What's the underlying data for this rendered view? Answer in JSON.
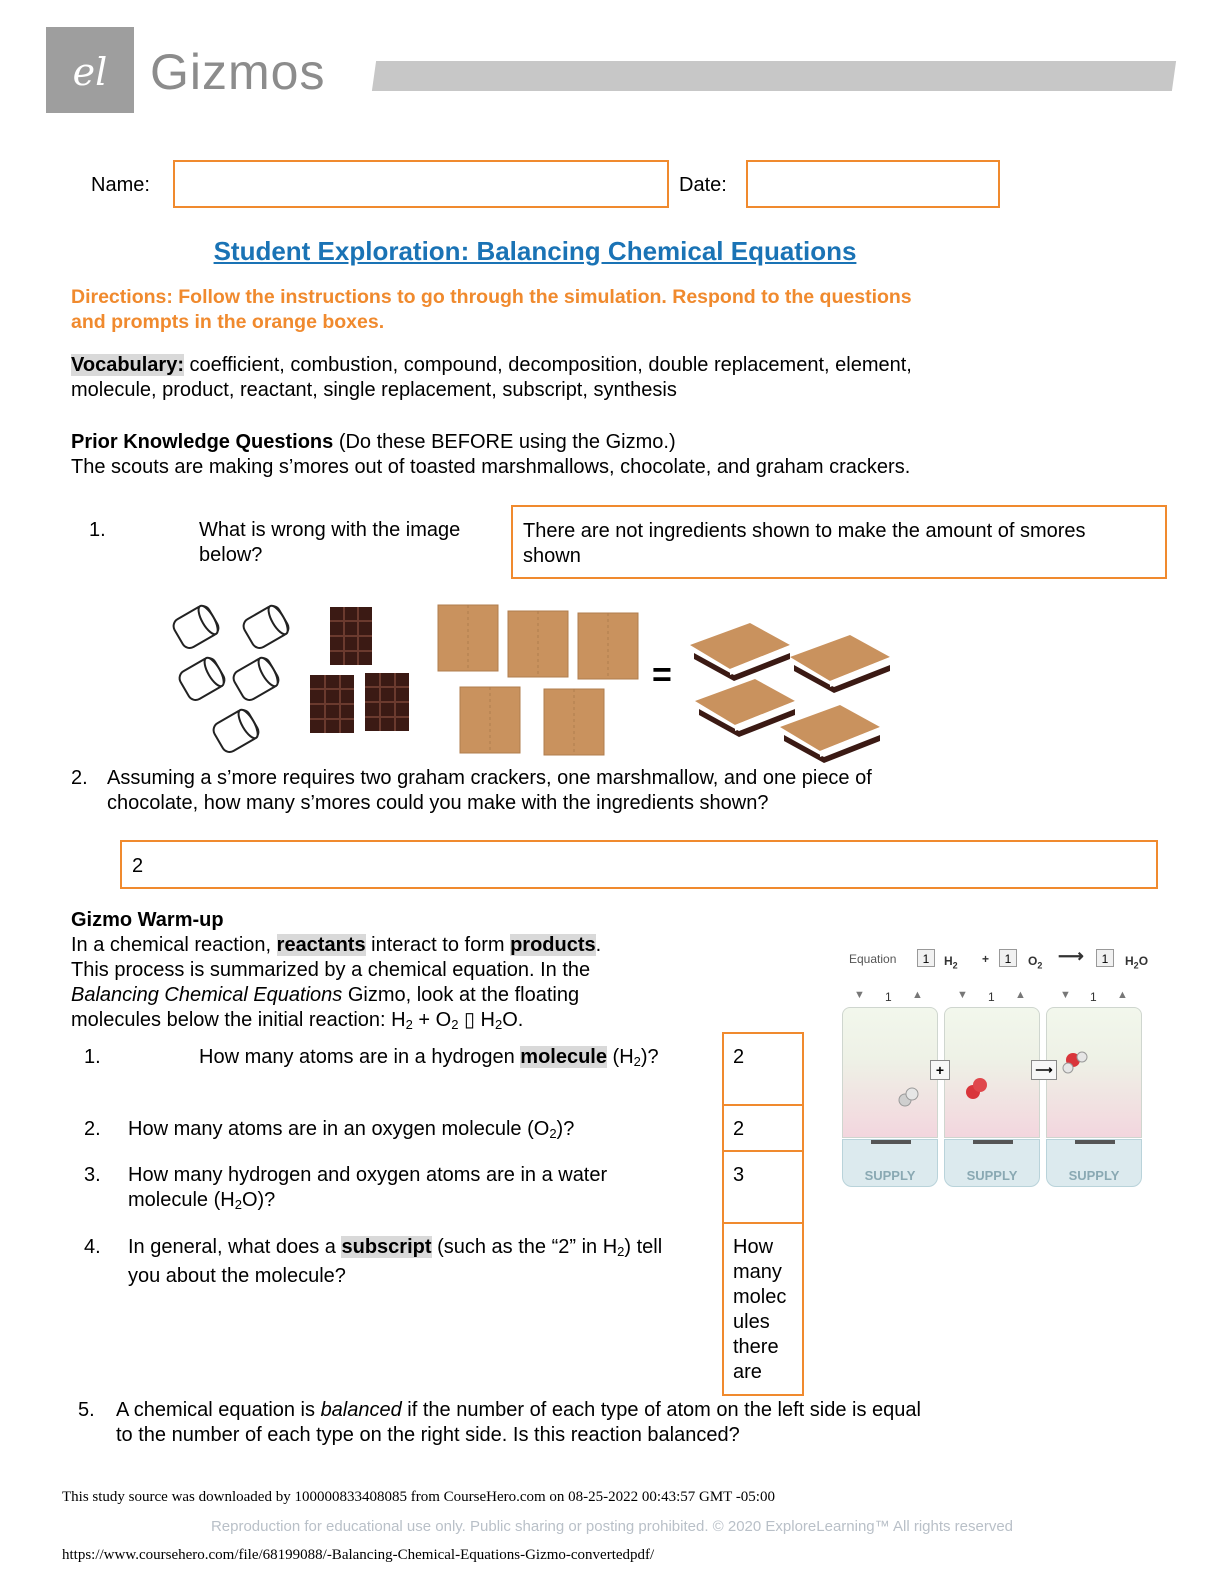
{
  "header": {
    "logo_text": "Gizmos"
  },
  "form": {
    "name_label": "Name:",
    "date_label": "Date:",
    "name_value": "",
    "date_value": ""
  },
  "title": "Student Exploration: Balancing Chemical Equations",
  "directions": "Directions: Follow the instructions to go through the simulation. Respond to the questions and prompts in the orange boxes.",
  "vocabulary": {
    "label": "Vocabulary:",
    "line1": " coefficient, combustion, compound, decomposition, double replacement, element,",
    "line2": "molecule, product, reactant, single replacement, subscript, synthesis"
  },
  "prior": {
    "heading": "Prior Knowledge Questions",
    "heading_note": " (Do these BEFORE using the Gizmo.)",
    "intro": "The scouts are making s’mores out of toasted marshmallows, chocolate, and graham crackers.",
    "q1_number": "1.",
    "q1_line1": "What is wrong with the image",
    "q1_line2": "below?",
    "q1_answer_line1": "There are not ingredients shown to make the amount of smores",
    "q1_answer_line2": "shown",
    "equals": "=",
    "q2_number": "2.",
    "q2_line1": "Assuming a s’more requires two graham crackers, one marshmallow, and one piece of",
    "q2_line2": "chocolate, how many s’mores could you make with the ingredients shown?",
    "q2_answer": "2"
  },
  "warmup": {
    "heading": "Gizmo Warm-up",
    "p1_a": "In a chemical reaction, ",
    "p1_reactants": "reactants",
    "p1_b": " interact to form ",
    "p1_products": "products",
    "p1_c": ".",
    "p2": "This process is summarized by a chemical equation. In the",
    "p3_italic": "Balancing Chemical Equations",
    "p3_rest": " Gizmo, look at the floating",
    "p4_a": "molecules below the initial reaction: H",
    "p4_sub1": "2",
    "p4_b": " + O",
    "p4_sub2": "2",
    "p4_c": " ▯ H",
    "p4_sub3": "2",
    "p4_d": "O.",
    "questions": [
      {
        "num": "1.",
        "a": "How many atoms are in a hydrogen ",
        "hl": "molecule",
        "b": " (H",
        "sub": "2",
        "c": ")?",
        "answer": "2"
      },
      {
        "num": "2.",
        "a": "How many atoms are in an oxygen molecule (O",
        "sub": "2",
        "b": ")?",
        "answer": "2"
      },
      {
        "num": "3.",
        "a": "How many hydrogen and oxygen atoms are in a water",
        "line2a": "molecule (H",
        "sub": "2",
        "line2b": "O)?",
        "answer": "3"
      },
      {
        "num": "4.",
        "a": "In general, what does a ",
        "hl": "subscript",
        "b": " (such as the “2” in H",
        "sub": "2",
        "c": ") tell",
        "line2": "you about the molecule?",
        "answer_lines": [
          "How",
          "many",
          "molec",
          "ules",
          "there",
          "are"
        ]
      }
    ],
    "q5_num": "5.",
    "q5_a": "A chemical equation is ",
    "q5_italic": "balanced",
    "q5_b": " if the number of each type of atom on the left side is equal",
    "q5_line2": "to the number of each type on the right side. Is this reaction balanced?"
  },
  "gizmo": {
    "equation_label": "Equation",
    "coef1": "1",
    "sp1": "H",
    "sp1_sub": "2",
    "plus": "+",
    "coef2": "1",
    "sp2": "O",
    "sp2_sub": "2",
    "coef3": "1",
    "sp3a": "H",
    "sp3_sub": "2",
    "sp3b": "O",
    "counters": [
      "1",
      "1",
      "1"
    ],
    "supply": [
      "SUPPLY",
      "SUPPLY",
      "SUPPLY"
    ],
    "op_plus": "+",
    "op_arrow": "⟶"
  },
  "footer": {
    "source": "This study source was downloaded by 100000833408085 from CourseHero.com on 08-25-2022 00:43:57 GMT -05:00",
    "watermark": "Reproduction for educational use only. Public sharing or posting prohibited. © 2020 ExploreLearning™ All rights reserved",
    "url": "https://www.coursehero.com/file/68199088/-Balancing-Chemical-Equations-Gizmo-convertedpdf/"
  }
}
